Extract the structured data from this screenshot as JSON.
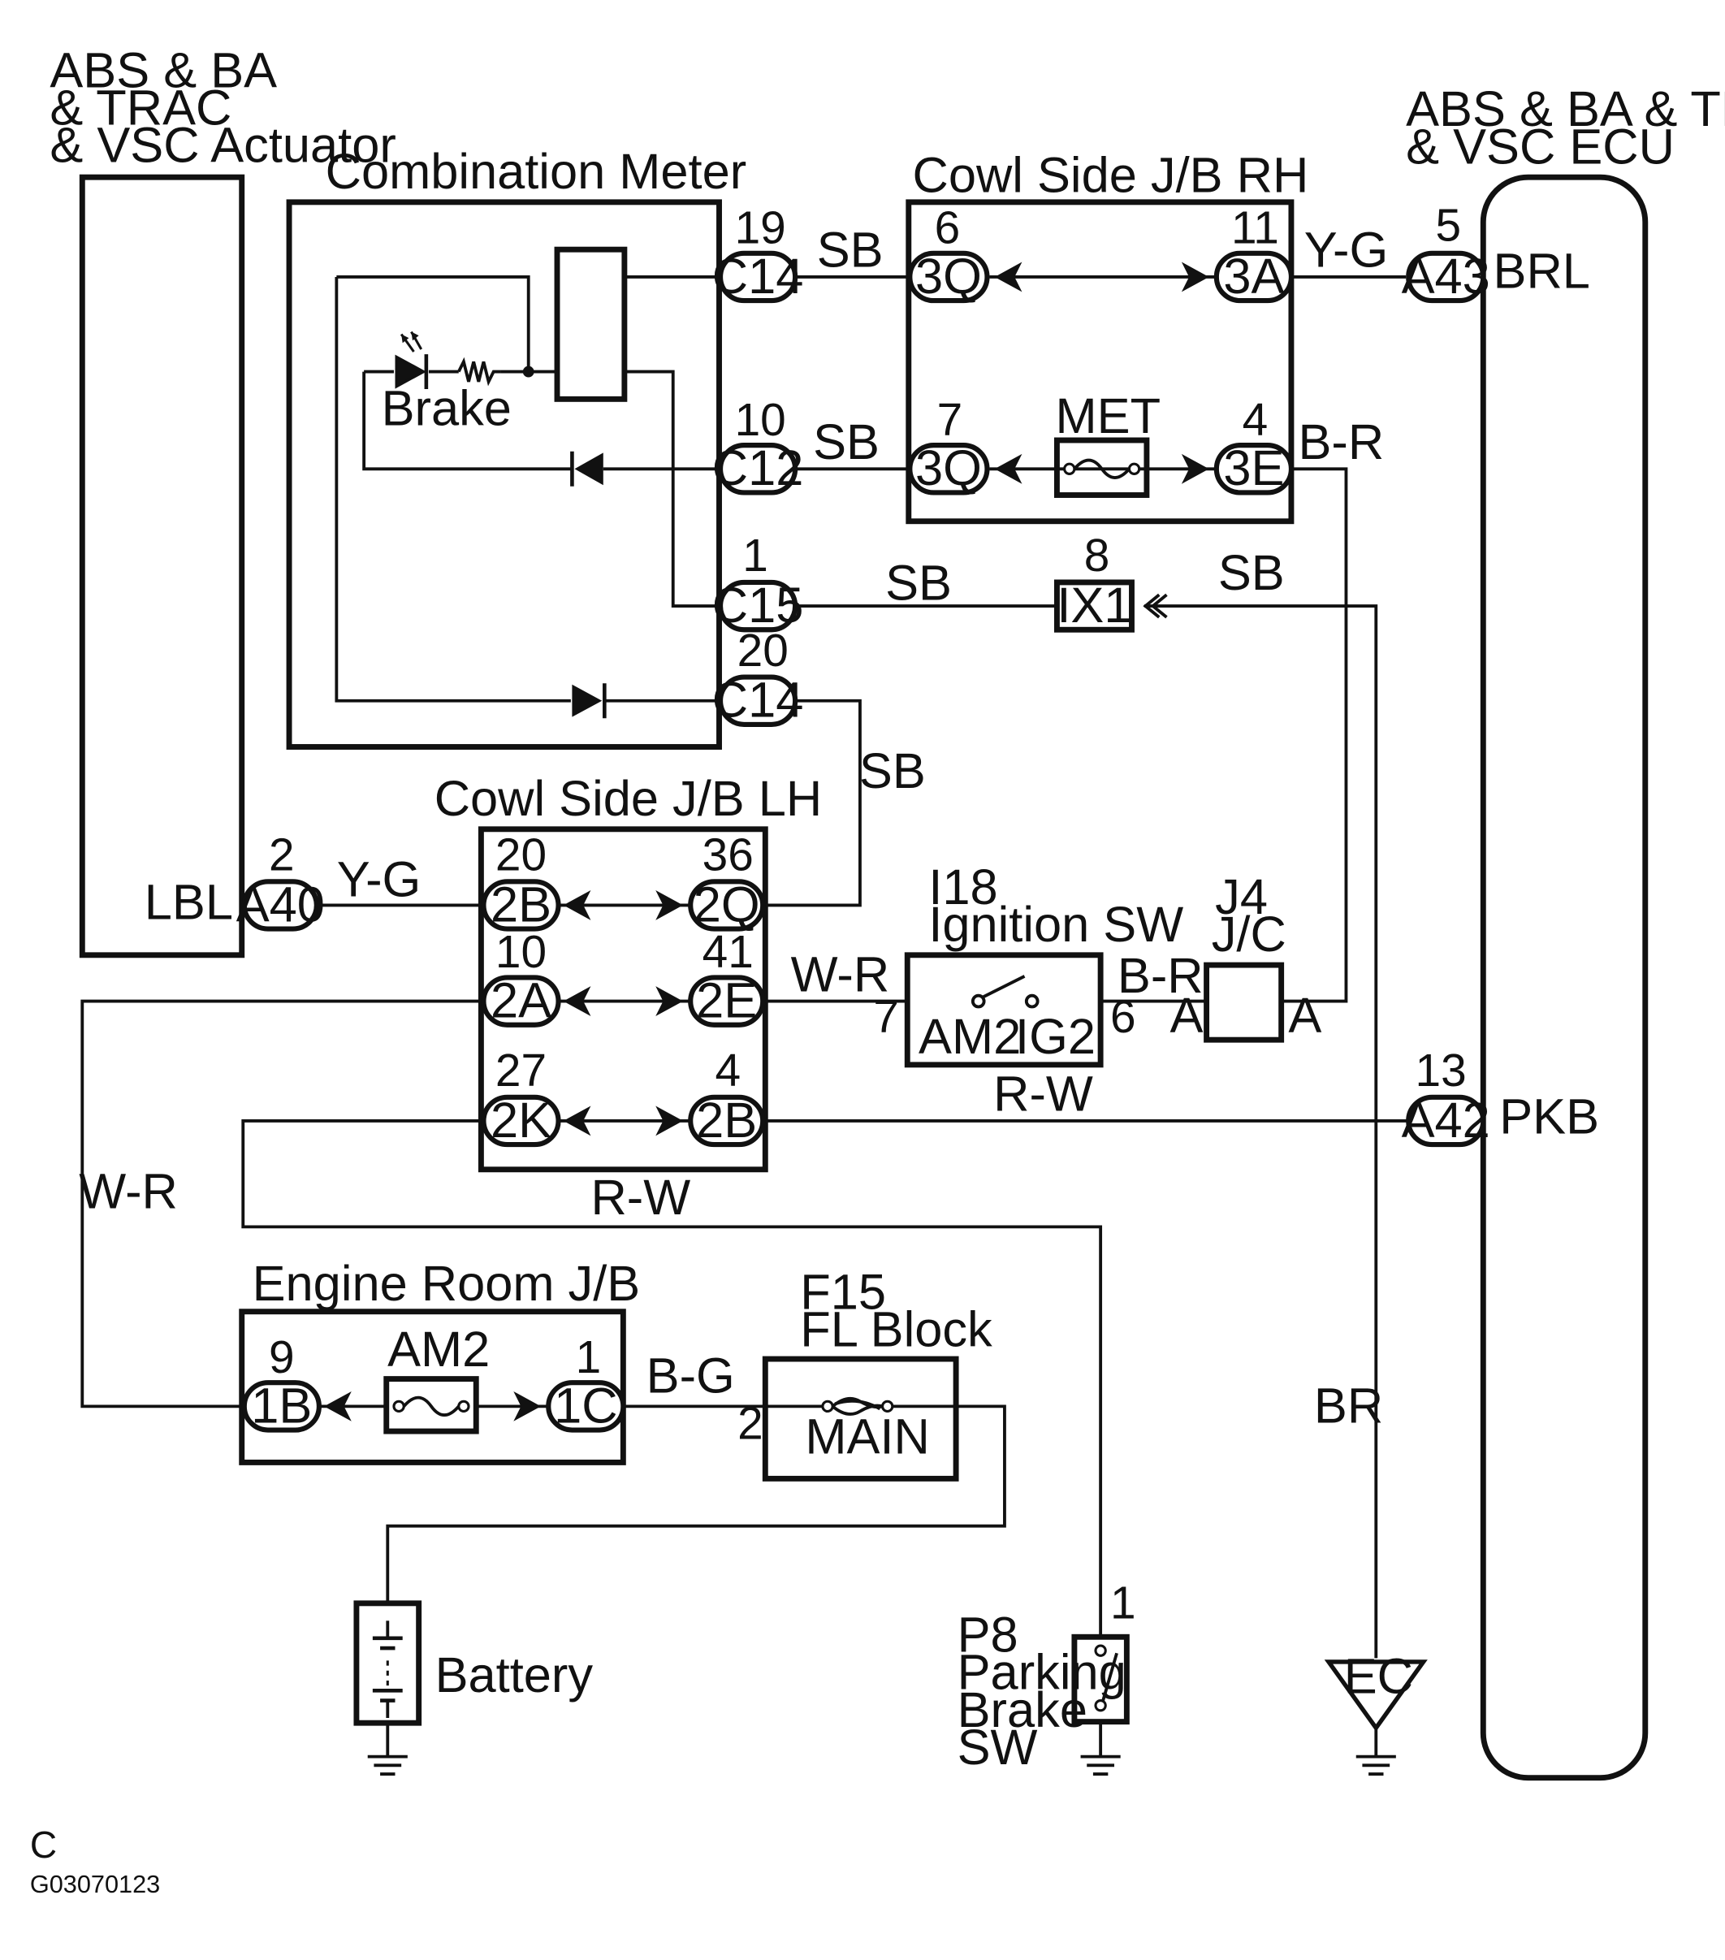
{
  "components": {
    "actuator": [
      "ABS & BA",
      "& TRAC",
      "& VSC Actuator"
    ],
    "actuator_pin_label": "LBL",
    "ecu": [
      "ABS & BA & TRAC",
      "& VSC ECU"
    ],
    "ecu_pin_brl": "BRL",
    "ecu_pin_pkb": "PKB",
    "combination_meter": "Combination Meter",
    "brake_lamp": "Brake",
    "cowl_rh": "Cowl Side J/B RH",
    "cowl_lh": "Cowl Side J/B LH",
    "met_fuse": "MET",
    "ignition_sw": [
      "I18",
      "Ignition SW"
    ],
    "ig_am2": "AM2",
    "ig_ig2": "IG2",
    "jc": [
      "J4",
      "J/C"
    ],
    "jc_pin": "A",
    "engine_room": "Engine Room J/B",
    "am2_fuse": "AM2",
    "fl_block": [
      "F15",
      "FL Block"
    ],
    "fl_main": "MAIN",
    "battery": "Battery",
    "parking_brake": [
      "P8",
      "Parking",
      "Brake",
      "SW"
    ],
    "ground_ec": "EC",
    "corner": "C",
    "figure_id": "G03070123"
  },
  "connectors": {
    "c14_top": "C14",
    "c12": "C12",
    "c15": "C15",
    "c14_bot": "C14",
    "rh_3q_top": "3Q",
    "rh_3a": "3A",
    "rh_3q_bot": "3Q",
    "rh_3e": "3E",
    "a43": "A43",
    "a40": "A40",
    "a42": "A42",
    "ix1": "IX1",
    "lh_2b_l": "2B",
    "lh_2q": "2Q",
    "lh_2a": "2A",
    "lh_2e": "2E",
    "lh_2k": "2K",
    "lh_2b_r": "2B",
    "er_1b": "1B",
    "er_1c": "1C"
  },
  "pins": {
    "p19": "19",
    "p10a": "10",
    "p1a": "1",
    "p20a": "20",
    "p6": "6",
    "p11": "11",
    "p7a": "7",
    "p4a": "4",
    "p5": "5",
    "p8": "8",
    "p2a": "2",
    "p20b": "20",
    "p36": "36",
    "p10b": "10",
    "p41": "41",
    "p27": "27",
    "p4b": "4",
    "p13": "13",
    "p7b": "7",
    "p6b": "6",
    "p9": "9",
    "p1b": "1",
    "p2b": "2",
    "p1c": "1"
  },
  "wires": {
    "sb1": "SB",
    "yg1": "Y-G",
    "sb2": "SB",
    "br1": "B-R",
    "sb3": "SB",
    "sb4": "SB",
    "sb5": "SB",
    "yg2": "Y-G",
    "wr1": "W-R",
    "br2": "B-R",
    "rw1": "R-W",
    "wr2": "W-R",
    "rw2": "R-W",
    "bg": "B-G",
    "br_brown": "BR"
  },
  "colors": {
    "line": "#111111",
    "background": "#ffffff"
  }
}
